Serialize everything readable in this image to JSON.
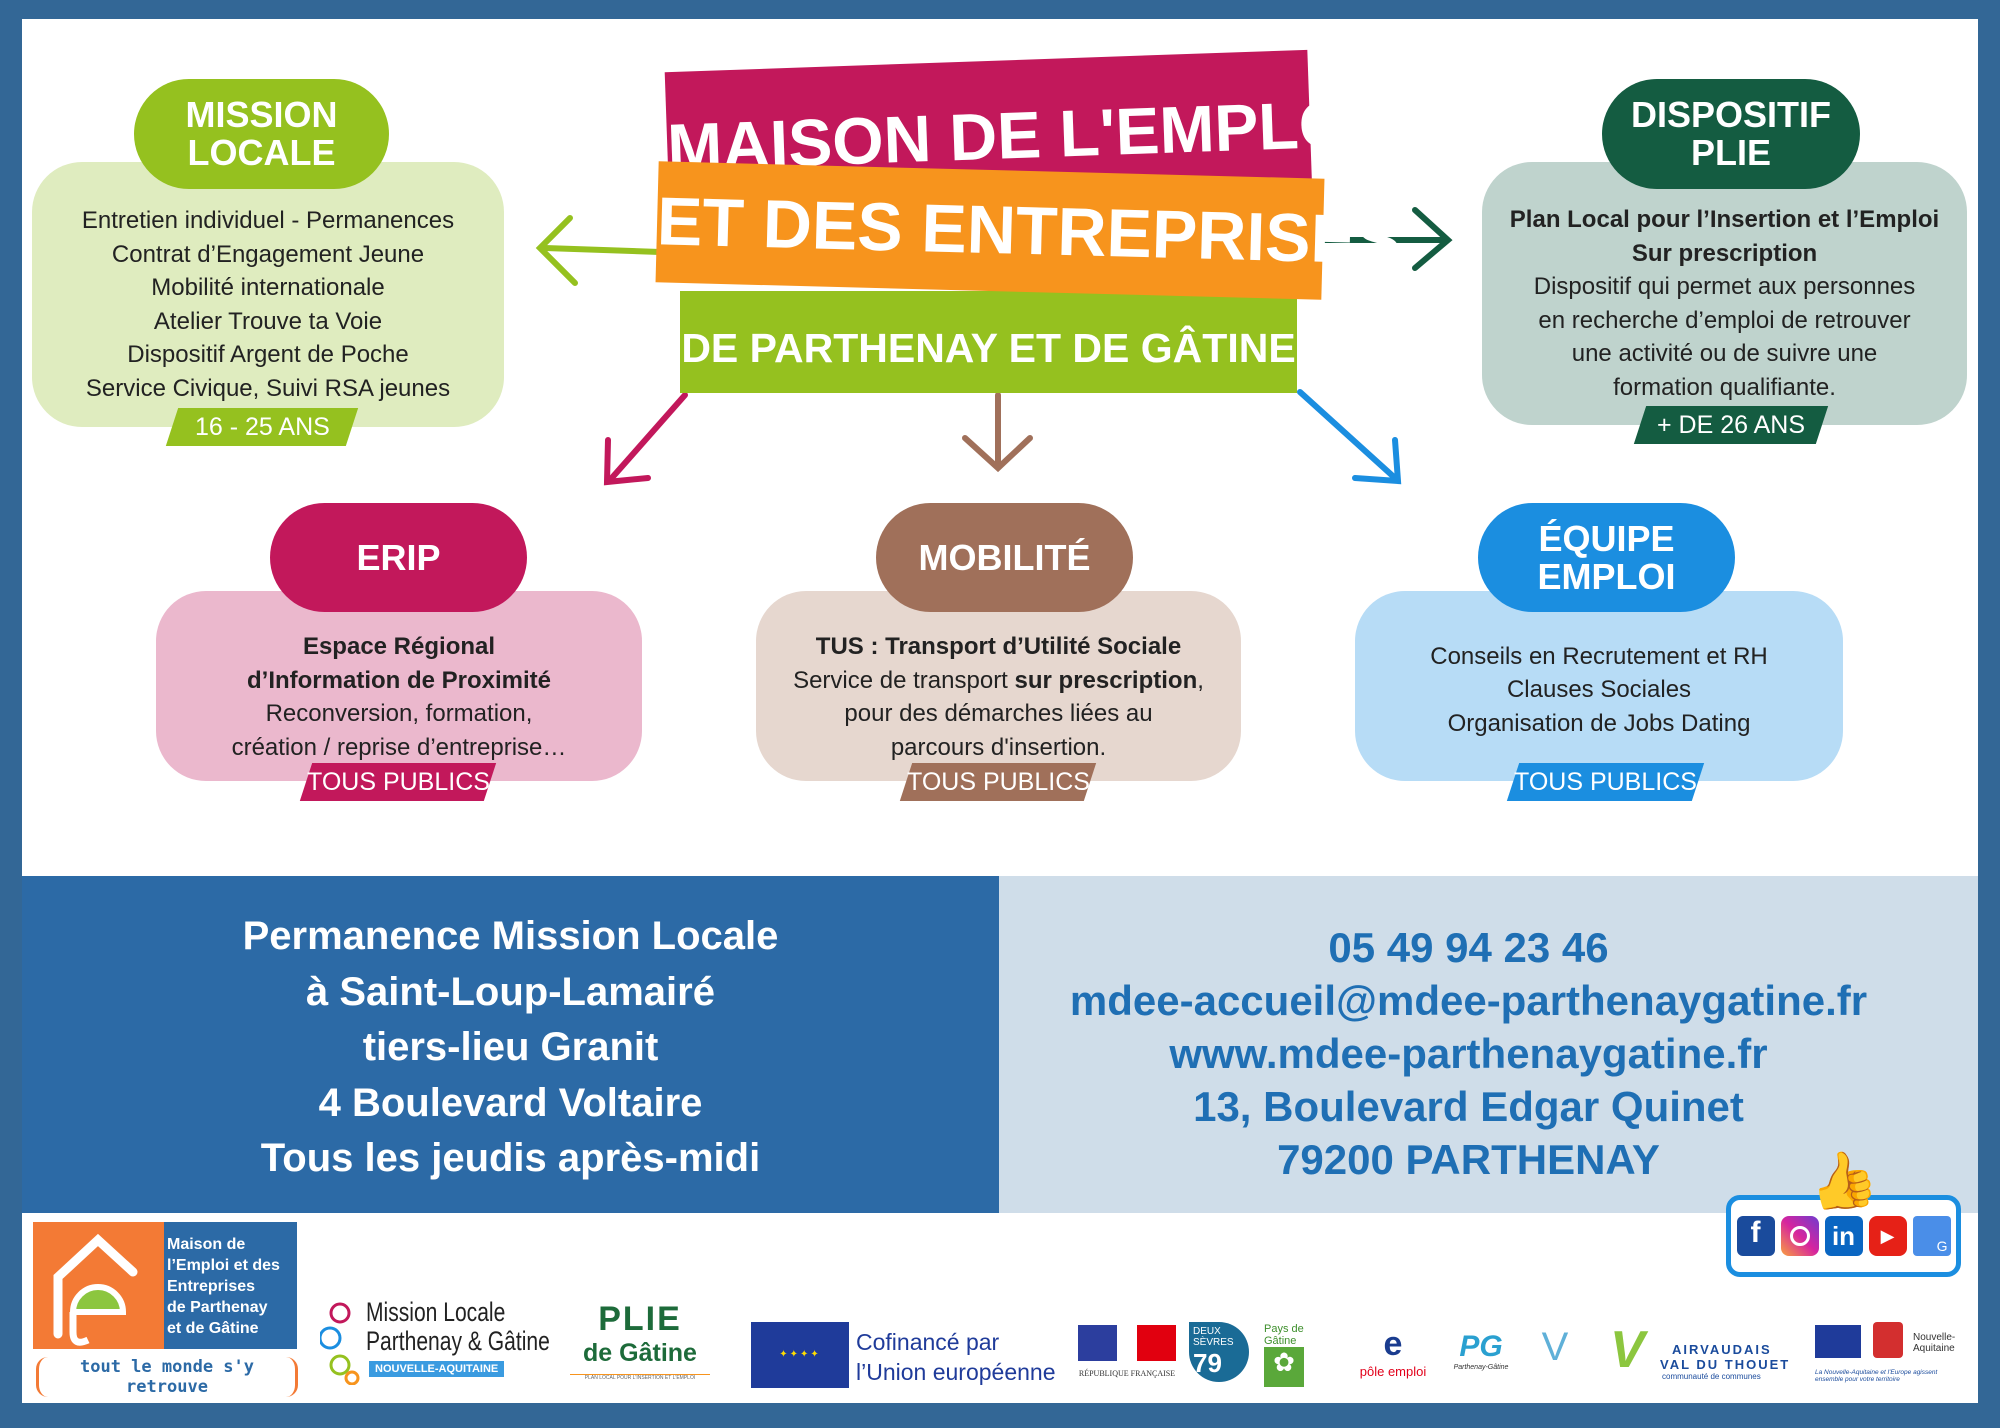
{
  "title": {
    "line1": "MAISON DE L'EMPLOI",
    "line2": "ET DES ENTREPRISES",
    "line3": "DE PARTHENAY ET DE GÂTINE"
  },
  "colors": {
    "magenta": "#c2185b",
    "orange": "#f7941d",
    "green": "#95c11f",
    "darkgreen": "#145c41",
    "brown": "#a0705a",
    "blue": "#1b8ee0",
    "frame": "#336796"
  },
  "mission_locale": {
    "title1": "MISSION",
    "title2": "LOCALE",
    "lines": [
      "Entretien individuel - Permanences",
      "Contrat d’Engagement Jeune",
      "Mobilité internationale",
      "Atelier Trouve ta Voie",
      "Dispositif Argent de Poche",
      "Service Civique, Suivi RSA jeunes"
    ],
    "tag": "16 - 25 ANS"
  },
  "plie": {
    "title1": "DISPOSITIF",
    "title2": "PLIE",
    "bold1": "Plan Local pour l’Insertion et l’Emploi",
    "bold2": "Sur prescription",
    "lines": [
      "Dispositif qui permet aux personnes",
      "en recherche d’emploi de retrouver",
      "une activité ou de suivre une",
      "formation qualifiante."
    ],
    "tag": "+ DE 26 ANS"
  },
  "erip": {
    "title": "ERIP",
    "bold1": "Espace Régional",
    "bold2": "d’Information de Proximité",
    "lines": [
      "Reconversion, formation,",
      "création / reprise d’entreprise…"
    ],
    "tag": "TOUS PUBLICS"
  },
  "mobilite": {
    "title": "MOBILITÉ",
    "bold1": "TUS : Transport d’Utilité Sociale",
    "line1a": "Service de transport ",
    "line1b": "sur prescription",
    ",": ",",
    "line2": "pour des démarches liées au",
    "line3": "parcours d'insertion.",
    "tag": "TOUS PUBLICS"
  },
  "equipe": {
    "title1": "ÉQUIPE",
    "title2": "EMPLOI",
    "lines": [
      "Conseils en Recrutement et RH",
      "Clauses Sociales",
      "Organisation de Jobs Dating"
    ],
    "tag": "TOUS PUBLICS"
  },
  "permanence": {
    "lines": [
      "Permanence Mission Locale",
      "à Saint-Loup-Lamairé",
      "tiers-lieu Granit",
      "4 Boulevard Voltaire",
      "Tous les jeudis après-midi"
    ]
  },
  "contact": {
    "phone": "05 49 94 23 46",
    "email": "mdee-accueil@mdee-parthenaygatine.fr",
    "web": "www.mdee-parthenaygatine.fr",
    "address": "13, Boulevard Edgar Quinet",
    "city": "79200 PARTHENAY"
  },
  "social": [
    "facebook",
    "instagram",
    "linkedin",
    "youtube",
    "google-business"
  ],
  "logos": {
    "mdee_text": [
      "Maison de",
      "l’Emploi et des",
      "Entreprises",
      "de Parthenay",
      "et de Gâtine"
    ],
    "mdee_slogan": "tout le monde s'y retrouve",
    "ml1": "Mission Locale",
    "ml2": "Parthenay & Gâtine",
    "ml3": "NOUVELLE-AQUITAINE",
    "plie1": "PLIE",
    "plie2": "de Gâtine",
    "plie3": "PLAN LOCAL POUR L'INSERTION ET L'EMPLOI",
    "eu1": "Cofinancé par",
    "eu2": "l’Union européenne",
    "rf": "RÉPUBLIQUE FRANÇAISE",
    "ds": "DEUX SÈVRES",
    "ds79": "79",
    "pg": "Pays de Gâtine",
    "pe": "pôle emploi",
    "ccpg": "Parthenay-Gâtine",
    "airv1": "AIRVAUDAIS",
    "airv2": "VAL DU THOUET",
    "airv3": "communauté de communes",
    "na": "Nouvelle-Aquitaine",
    "na2": "La Nouvelle-Aquitaine et l'Europe agissent ensemble pour votre territoire"
  }
}
